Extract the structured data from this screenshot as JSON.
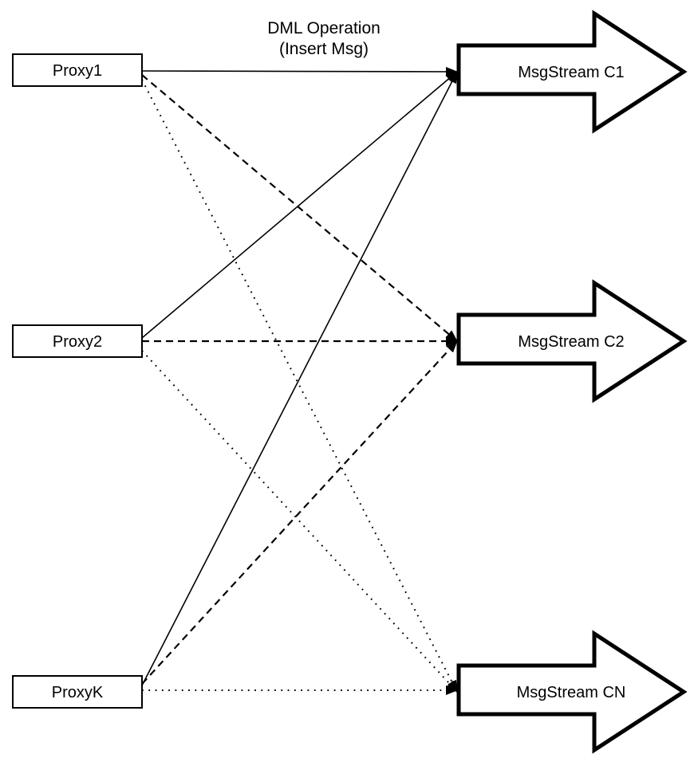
{
  "diagram": {
    "caption": {
      "line1": "DML Operation",
      "line2": "(Insert Msg)"
    },
    "proxies": [
      {
        "label": "Proxy1"
      },
      {
        "label": "Proxy2"
      },
      {
        "label": "ProxyK"
      }
    ],
    "streams": [
      {
        "label": "MsgStream C1"
      },
      {
        "label": "MsgStream C2"
      },
      {
        "label": "MsgStream CN"
      }
    ],
    "edges": [
      {
        "from": "Proxy1",
        "to": "MsgStream C1",
        "style": "solid"
      },
      {
        "from": "Proxy1",
        "to": "MsgStream C2",
        "style": "dashed"
      },
      {
        "from": "Proxy1",
        "to": "MsgStream CN",
        "style": "dotted"
      },
      {
        "from": "Proxy2",
        "to": "MsgStream C1",
        "style": "solid"
      },
      {
        "from": "Proxy2",
        "to": "MsgStream C2",
        "style": "dashed"
      },
      {
        "from": "Proxy2",
        "to": "MsgStream CN",
        "style": "dotted"
      },
      {
        "from": "ProxyK",
        "to": "MsgStream C1",
        "style": "solid"
      },
      {
        "from": "ProxyK",
        "to": "MsgStream C2",
        "style": "dashed"
      },
      {
        "from": "ProxyK",
        "to": "MsgStream CN",
        "style": "dotted"
      }
    ],
    "colors": {
      "stroke": "#000000",
      "fill": "#ffffff",
      "background": "#ffffff"
    }
  }
}
